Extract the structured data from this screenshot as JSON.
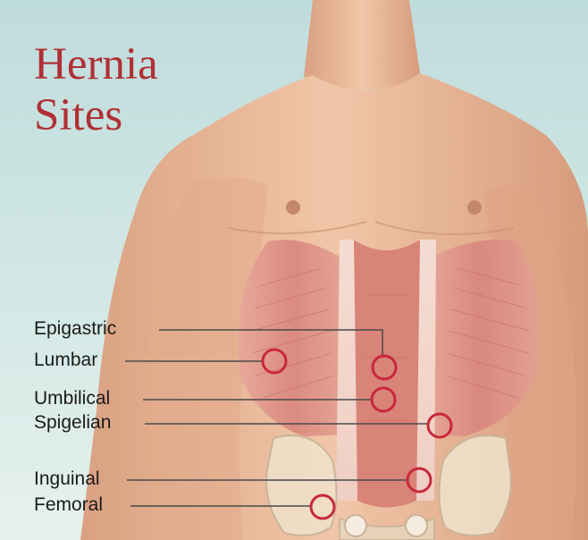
{
  "title": {
    "line1": "Hernia",
    "line2": "Sites"
  },
  "labels": {
    "epigastric": "Epigastric",
    "lumbar": "Lumbar",
    "umbilical": "Umbilical",
    "spigelian": "Spigelian",
    "inguinal": "Inguinal",
    "femoral": "Femoral"
  },
  "colors": {
    "title": "#b03035",
    "marker": "#c8283a",
    "skin": "#eab99a",
    "muscle": "#d9857c",
    "background": "#c7e1df"
  }
}
